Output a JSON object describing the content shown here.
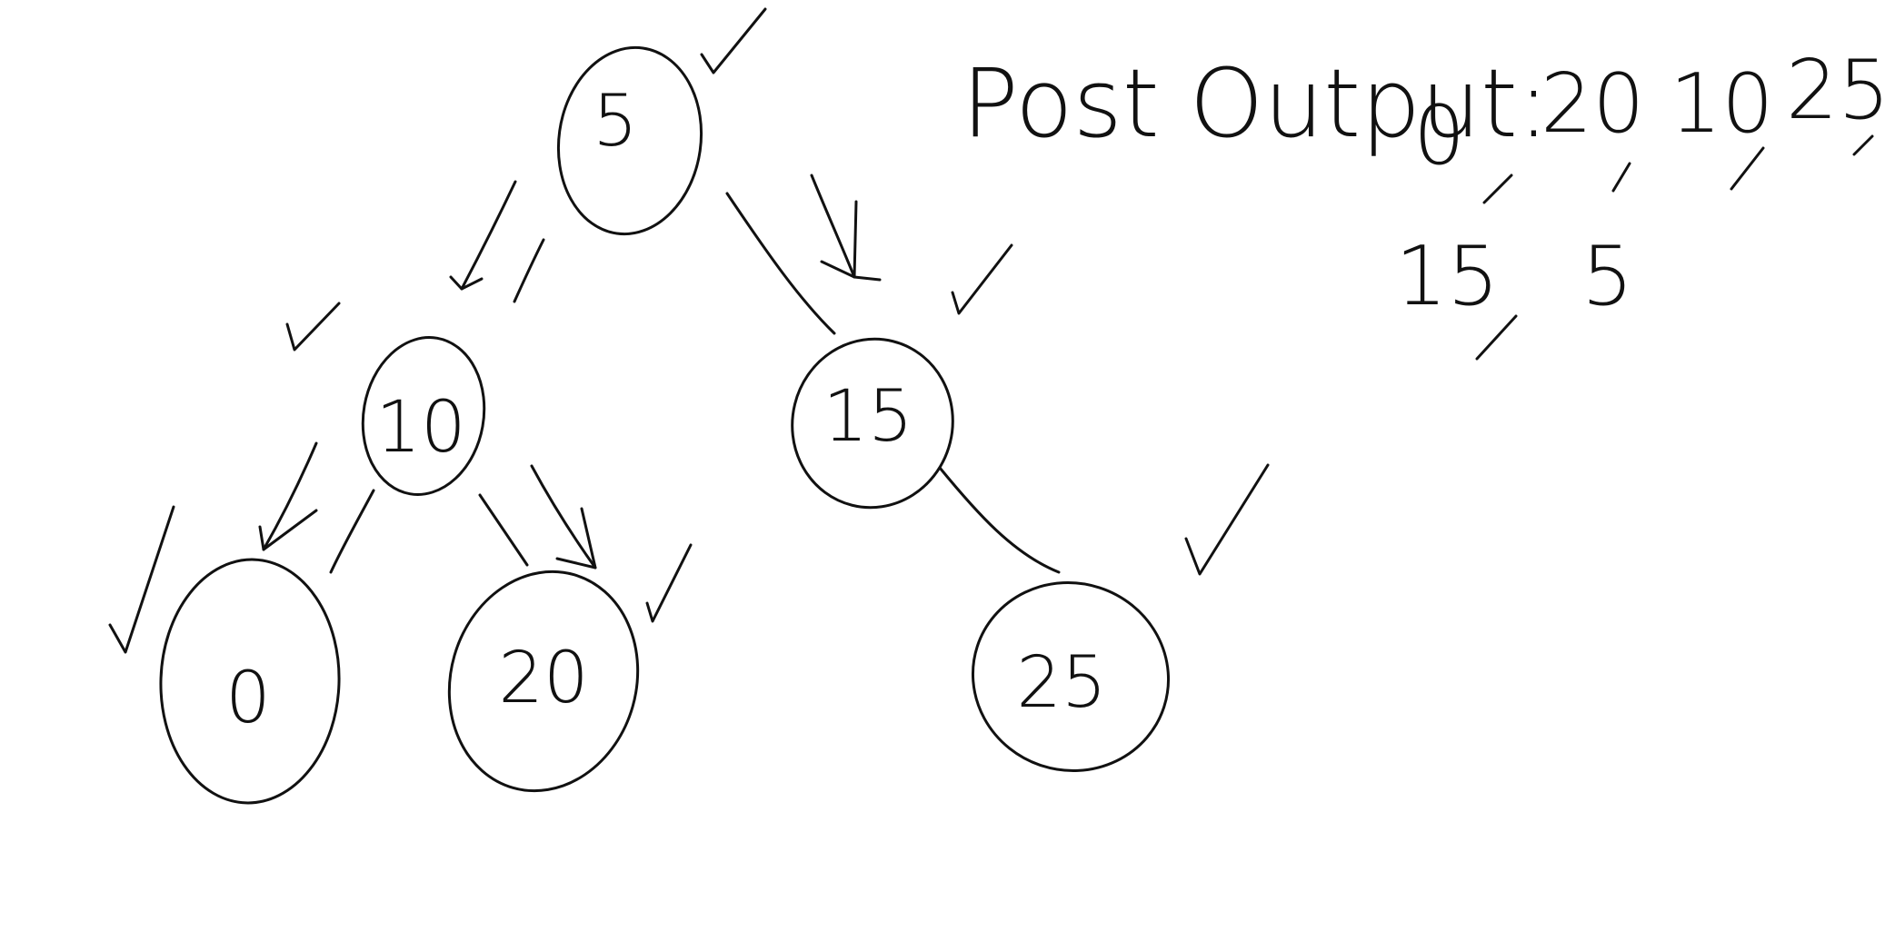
{
  "tree": {
    "nodes": [
      {
        "id": "root",
        "label": "5"
      },
      {
        "id": "left",
        "label": "10"
      },
      {
        "id": "right",
        "label": "15"
      },
      {
        "id": "left-left",
        "label": "0"
      },
      {
        "id": "left-right",
        "label": "20"
      },
      {
        "id": "right-right",
        "label": "25"
      }
    ],
    "edges": [
      {
        "from": "5",
        "to": "10"
      },
      {
        "from": "5",
        "to": "15"
      },
      {
        "from": "10",
        "to": "0"
      },
      {
        "from": "10",
        "to": "20"
      },
      {
        "from": "15",
        "to": "25"
      }
    ]
  },
  "output": {
    "title": "Post Output:",
    "values": [
      "0",
      "20",
      "10",
      "25",
      "15",
      "5"
    ]
  }
}
